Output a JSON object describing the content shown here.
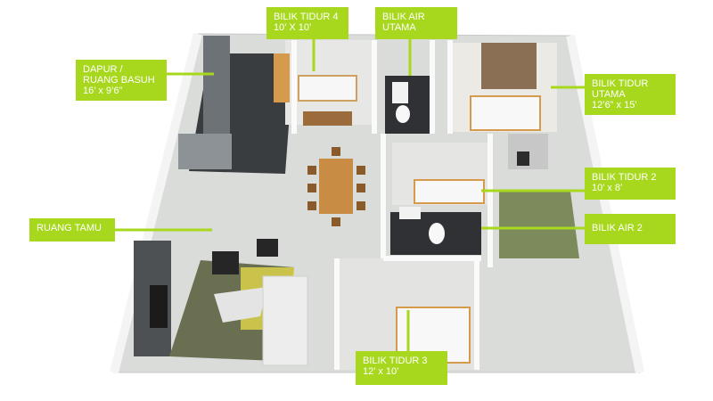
{
  "accent_color": "#a8d81e",
  "labels": {
    "bilik_tidur_4": {
      "name": "BILIK TIDUR 4",
      "size": "10’ X 10’"
    },
    "bilik_air_utama": {
      "line1": "BILIK AIR",
      "line2": "UTAMA"
    },
    "dapur": {
      "line1": "DAPUR /",
      "line2": "RUANG BASUH",
      "size": "16’ x 9’6”"
    },
    "bilik_tidur_utama": {
      "line1": "BILIK TIDUR",
      "line2": "UTAMA",
      "size": "12’6” x 15’"
    },
    "bilik_tidur_2": {
      "name": "BILIK TIDUR 2",
      "size": "10’ x 8’"
    },
    "ruang_tamu": {
      "name": "RUANG TAMU"
    },
    "bilik_air_2": {
      "name": "BILIK AIR 2"
    },
    "bilik_tidur_3": {
      "name": "BILIK TIDUR 3",
      "size": "12’ x 10’"
    }
  }
}
